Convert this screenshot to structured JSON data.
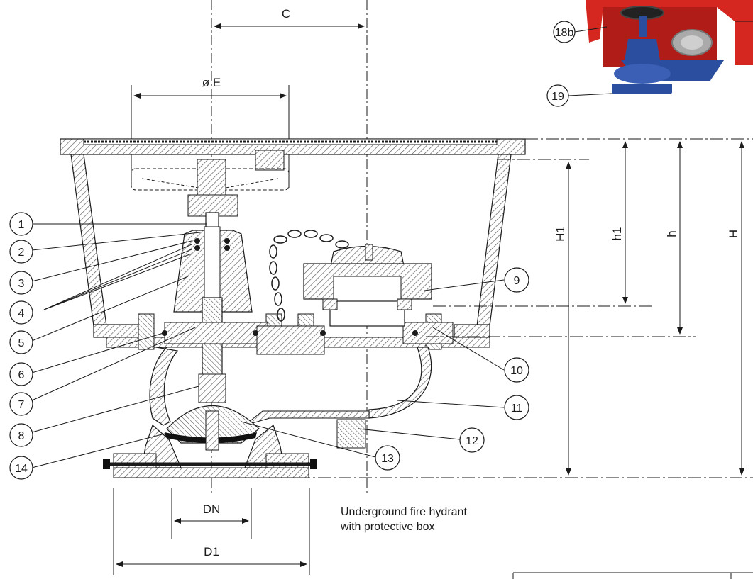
{
  "dimensions": {
    "C": "C",
    "E": "ø E",
    "H1": "H1",
    "h1": "h1",
    "h": "h",
    "H": "H",
    "DN": "DN",
    "D1": "D1"
  },
  "callouts": [
    "1",
    "2",
    "3",
    "4",
    "5",
    "6",
    "7",
    "8",
    "9",
    "10",
    "11",
    "12",
    "13",
    "14"
  ],
  "photo_callouts": [
    "18b",
    "19"
  ],
  "caption": {
    "line1": "Underground fire hydrant",
    "line2": "with protective box"
  },
  "colors": {
    "line": "#1a1a1a",
    "hatch": "#555555",
    "box_red": "#d5261f",
    "valve_blue": "#2c4e9e",
    "rubber": "#111111"
  }
}
